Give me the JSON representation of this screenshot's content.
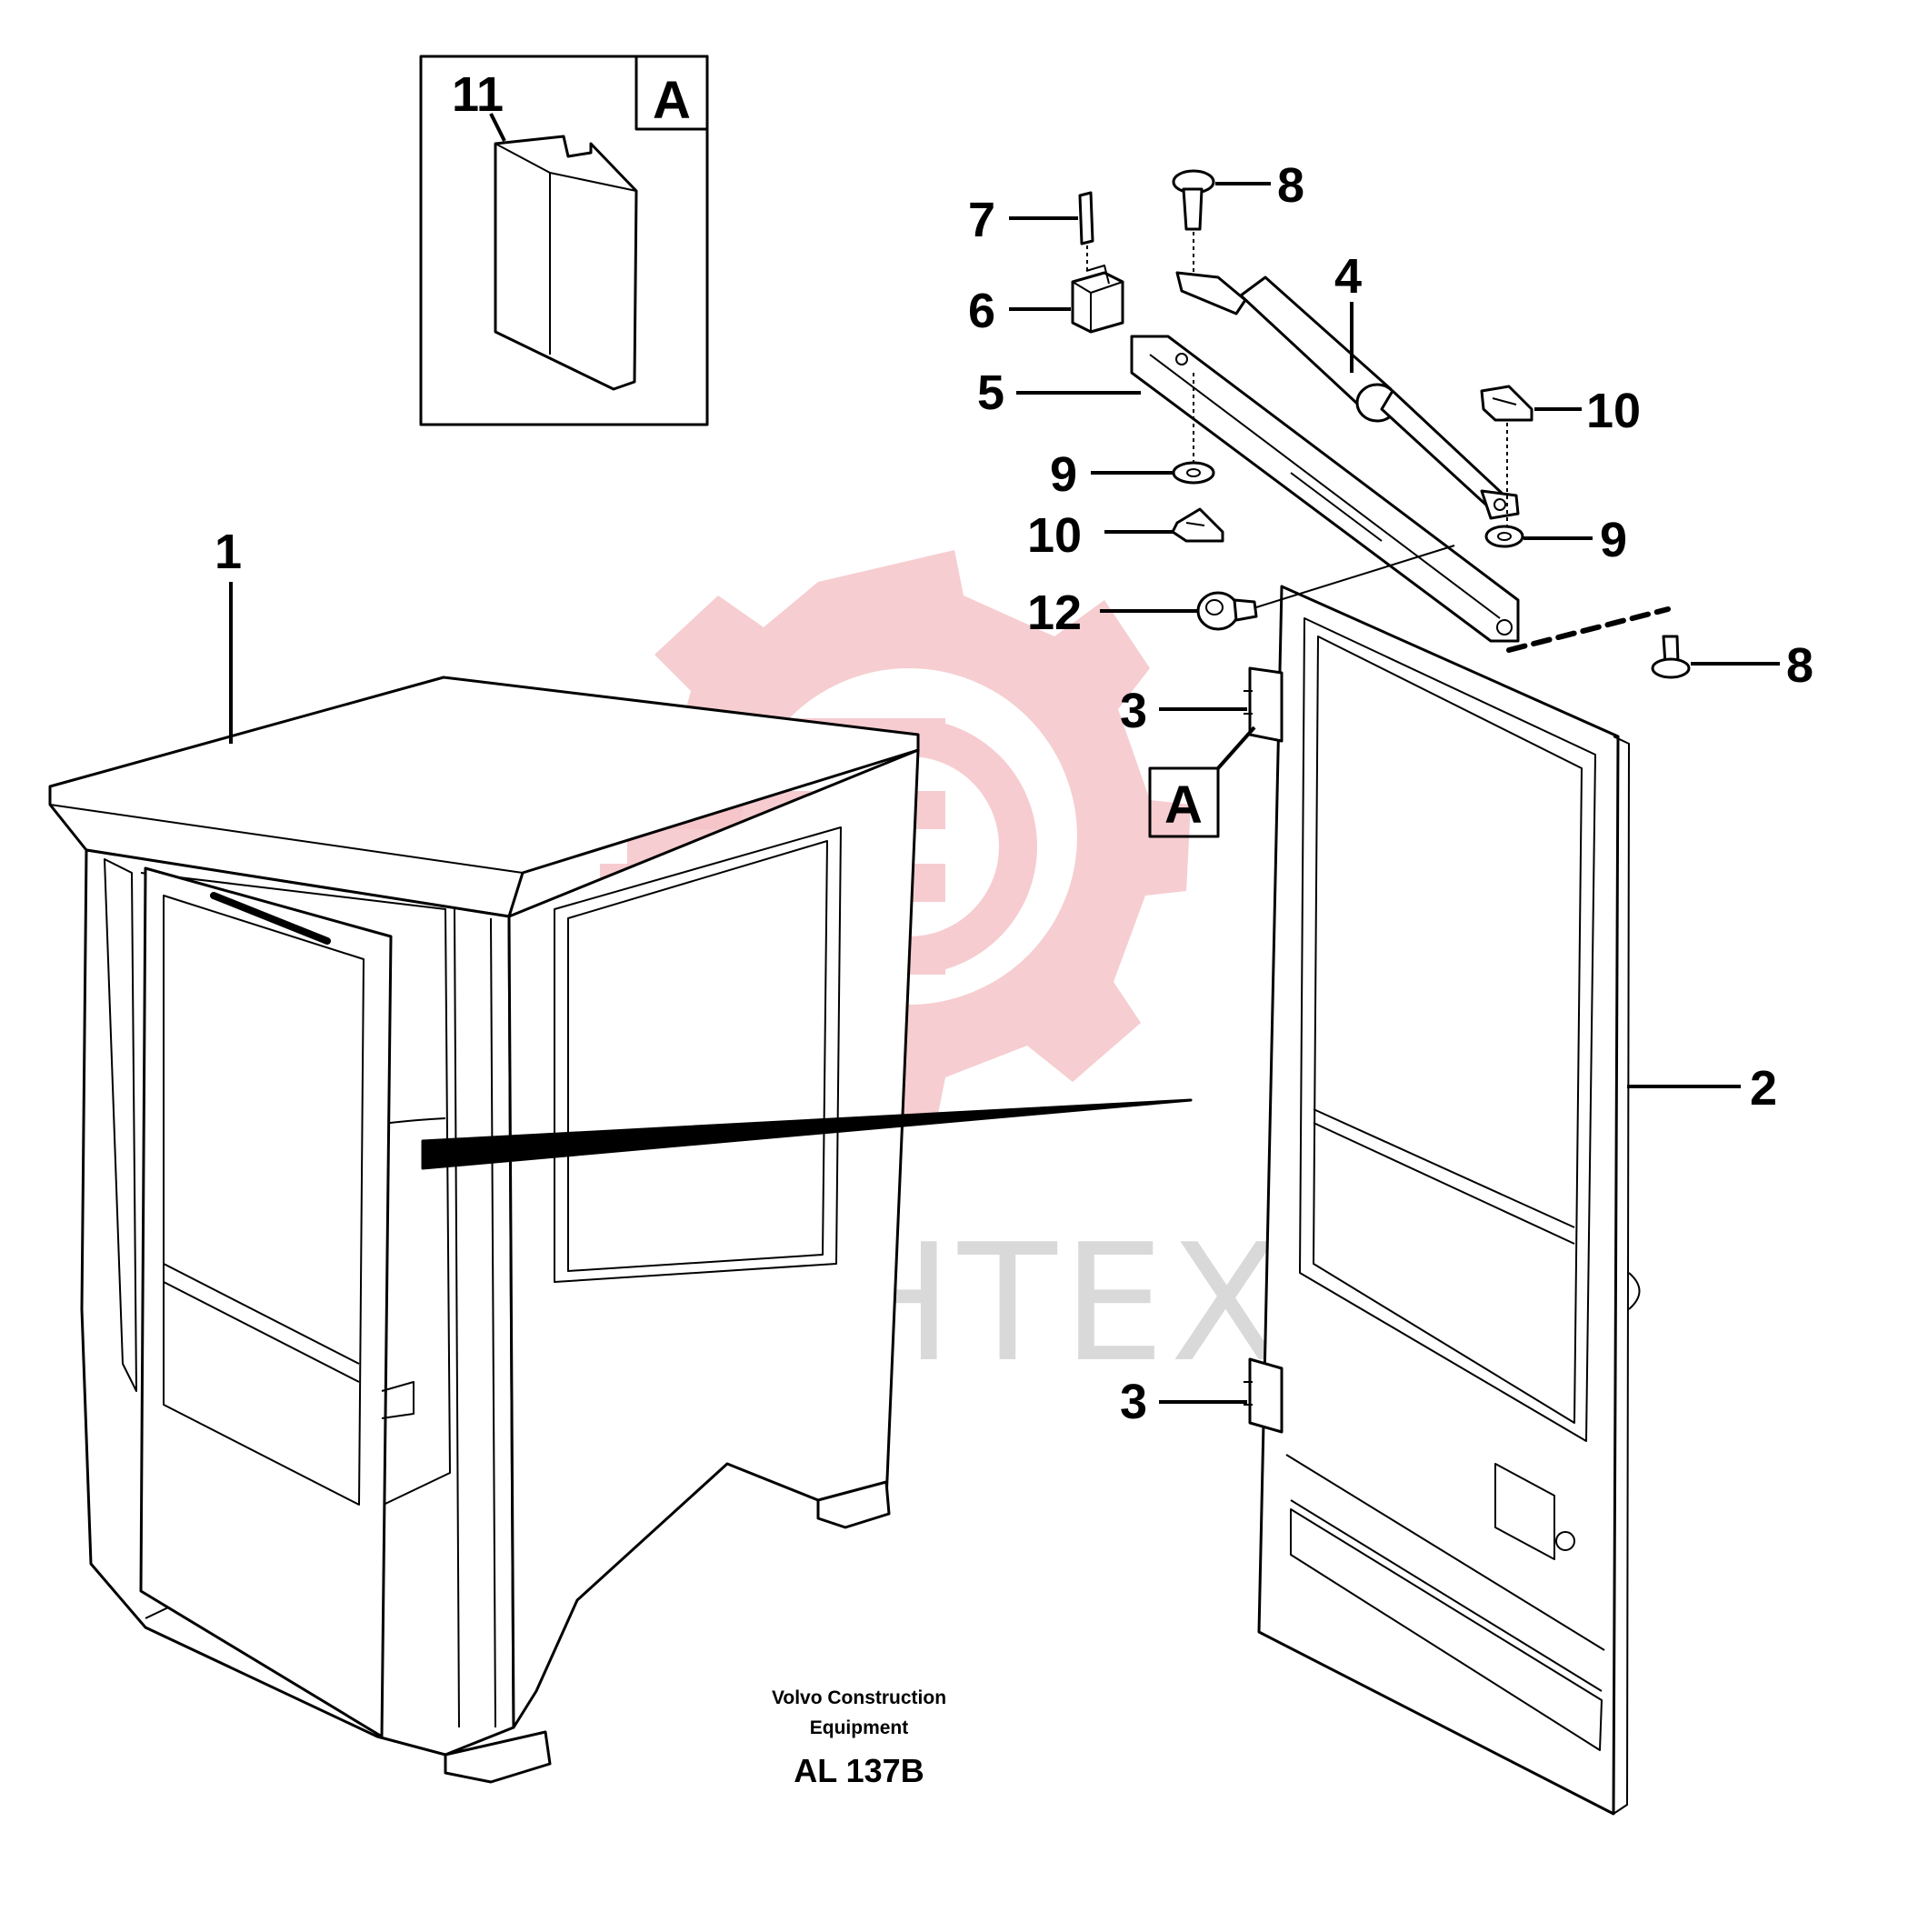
{
  "callouts": {
    "c1": "1",
    "c2": "2",
    "c3a": "3",
    "c3b": "3",
    "c4": "4",
    "c5": "5",
    "c6": "6",
    "c7": "7",
    "c8a": "8",
    "c8b": "8",
    "c9a": "9",
    "c9b": "9",
    "c10a": "10",
    "c10b": "10",
    "c11": "11",
    "c12": "12"
  },
  "detail_label": "A",
  "detail_ref_label": "A",
  "credit": {
    "line1": "Volvo Construction",
    "line2": "Equipment"
  },
  "drawing_code": "AL 137B",
  "watermark_text": "ИНТЕХ",
  "colors": {
    "watermark_logo": "#f5c4c8",
    "watermark_text": "#d9d9d9",
    "ink": "#000000"
  }
}
